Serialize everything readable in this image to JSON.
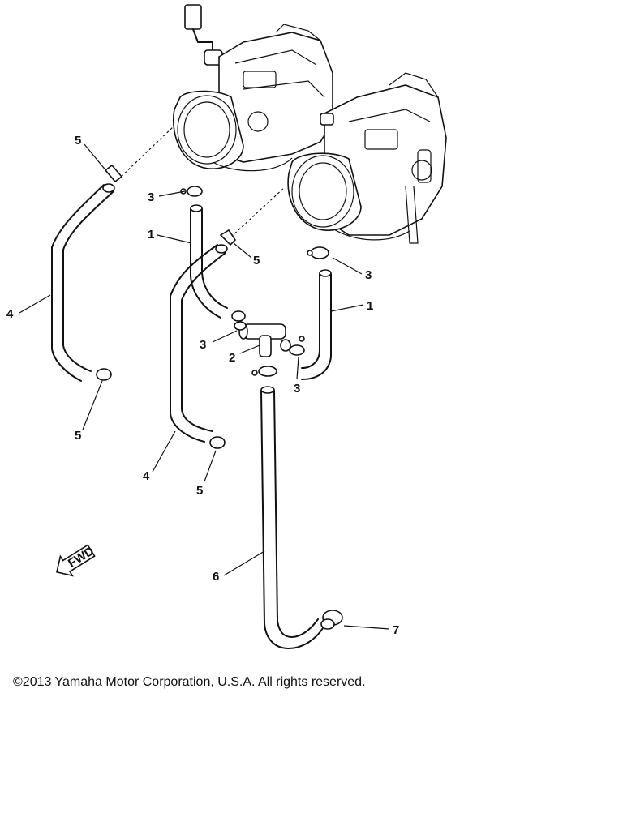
{
  "callouts": {
    "c1a": "1",
    "c1b": "1",
    "c2": "2",
    "c3a": "3",
    "c3b": "3",
    "c3c": "3",
    "c3d": "3",
    "c4a": "4",
    "c4b": "4",
    "c5a": "5",
    "c5b": "5",
    "c5c": "5",
    "c5d": "5",
    "c6": "6",
    "c7": "7"
  },
  "fwd_label": "FWD",
  "copyright": "©2013 Yamaha Motor Corporation, U.S.A. All rights reserved."
}
